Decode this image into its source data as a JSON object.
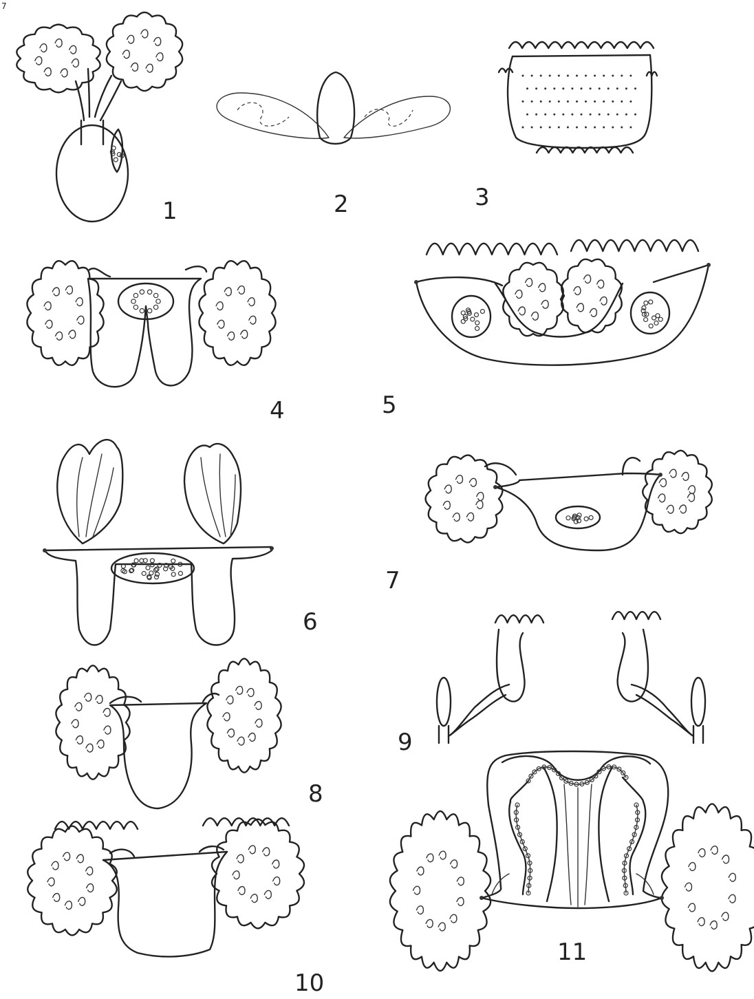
{
  "plate": {
    "corner_mark": "7",
    "figures": [
      {
        "key": "fig1",
        "number": "1"
      },
      {
        "key": "fig2",
        "number": "2"
      },
      {
        "key": "fig3",
        "number": "3"
      },
      {
        "key": "fig4",
        "number": "4"
      },
      {
        "key": "fig5",
        "number": "5"
      },
      {
        "key": "fig6",
        "number": "6"
      },
      {
        "key": "fig7",
        "number": "7"
      },
      {
        "key": "fig8",
        "number": "8"
      },
      {
        "key": "fig9",
        "number": "9"
      },
      {
        "key": "fig10",
        "number": "10"
      },
      {
        "key": "fig11",
        "number": "11"
      }
    ]
  },
  "colors": {
    "ink": "#222222",
    "paper": "#ffffff"
  }
}
